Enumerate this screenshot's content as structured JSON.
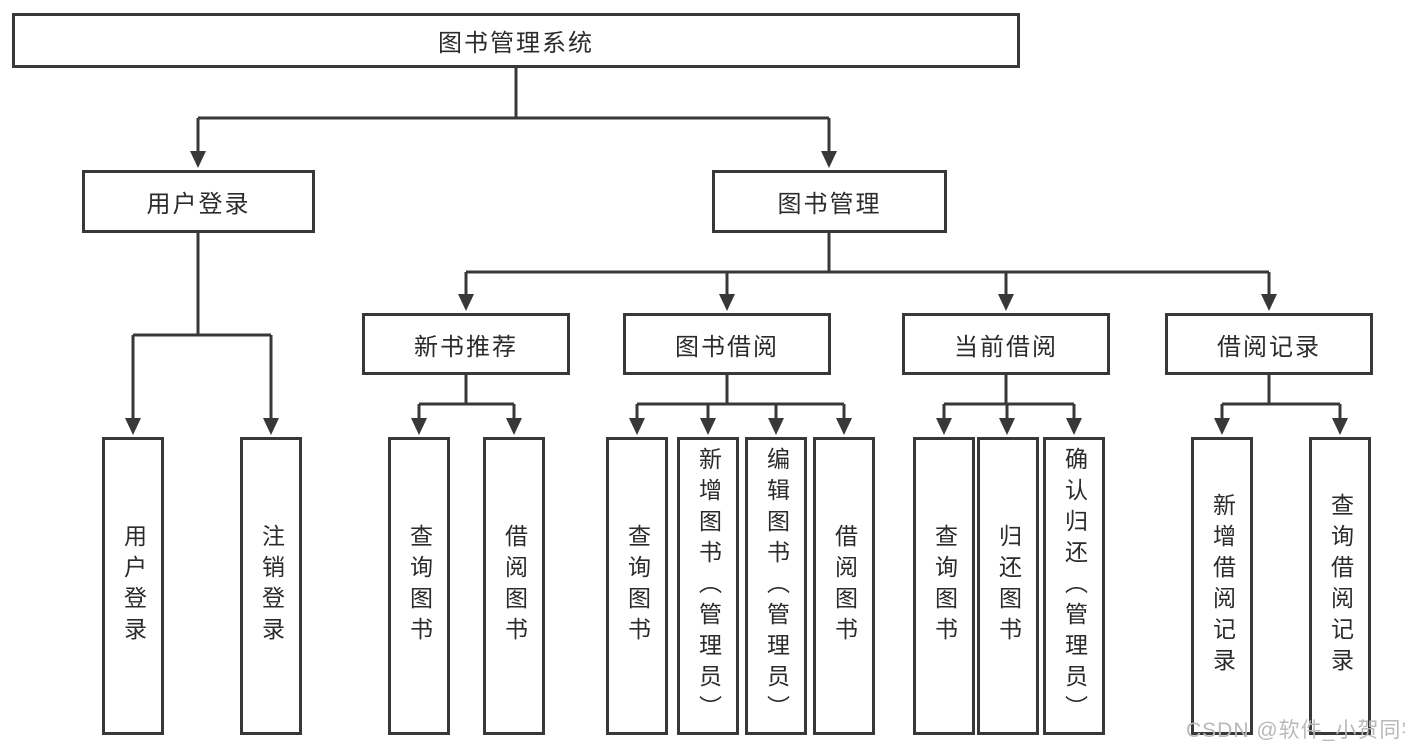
{
  "colors": {
    "line": "#383838",
    "text": "#2b2b2b",
    "box_fill": "#ffffff",
    "watermark": "#b9b9b9",
    "background": "#ffffff"
  },
  "watermark": {
    "text": "CSDN @软件_小贺同学"
  },
  "tree": {
    "root": {
      "label": "图书管理系统"
    },
    "branches": [
      {
        "label": "用户登录",
        "children": [
          {
            "label": "用户登录"
          },
          {
            "label": "注销登录"
          }
        ]
      },
      {
        "label": "图书管理",
        "groups": [
          {
            "label": "新书推荐",
            "children": [
              {
                "label": "查询图书"
              },
              {
                "label": "借阅图书"
              }
            ]
          },
          {
            "label": "图书借阅",
            "children": [
              {
                "label": "查询图书"
              },
              {
                "label": "新增图书（管理员）"
              },
              {
                "label": "编辑图书（管理员）"
              },
              {
                "label": "借阅图书"
              }
            ]
          },
          {
            "label": "当前借阅",
            "children": [
              {
                "label": "查询图书"
              },
              {
                "label": "归还图书"
              },
              {
                "label": "确认归还（管理员）"
              }
            ]
          },
          {
            "label": "借阅记录",
            "children": [
              {
                "label": "新增借阅记录"
              },
              {
                "label": "查询借阅记录"
              }
            ]
          }
        ]
      }
    ]
  }
}
